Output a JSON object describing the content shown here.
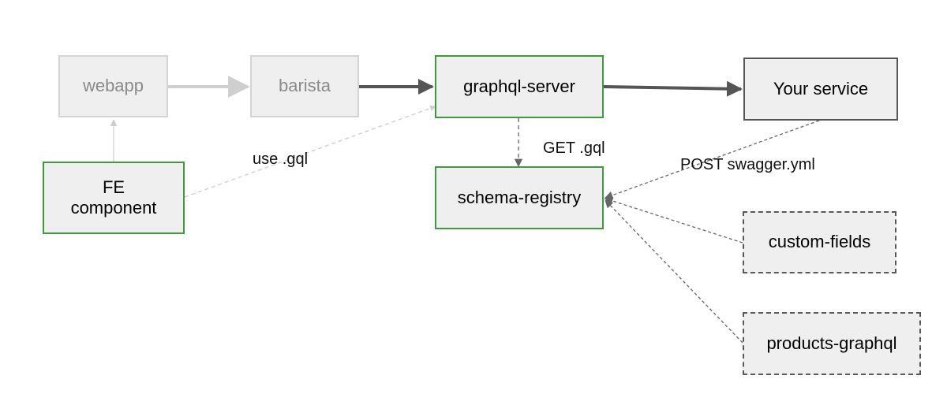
{
  "nodes": {
    "webapp": {
      "label": "webapp"
    },
    "barista": {
      "label": "barista"
    },
    "graphql_server": {
      "label": "graphql-server"
    },
    "your_service": {
      "label": "Your service"
    },
    "fe_component": {
      "label_line1": "FE",
      "label_line2": "component"
    },
    "schema_registry": {
      "label": "schema-registry"
    },
    "custom_fields": {
      "label": "custom-fields"
    },
    "products_graphql": {
      "label": "products-graphql"
    }
  },
  "edge_labels": {
    "use_gql": "use .gql",
    "get_gql": "GET .gql",
    "post_swagger": "POST swagger.yml"
  },
  "colors": {
    "highlight_border": "#3f9a3f",
    "faded_border": "#d4d4d4",
    "faded_text": "#8a8a8a",
    "dark_edge": "#555555",
    "node_fill": "#efefef"
  }
}
